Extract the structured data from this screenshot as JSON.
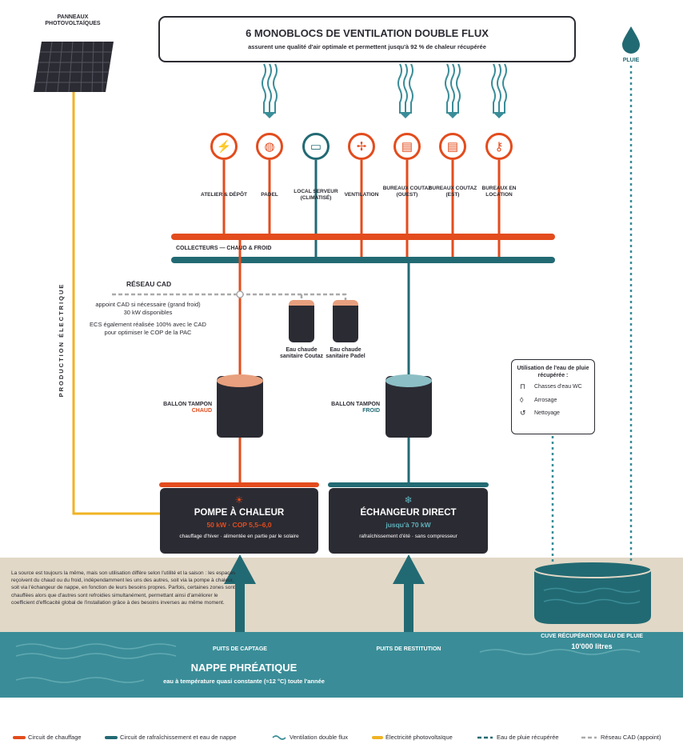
{
  "colors": {
    "hot": "#e34c1d",
    "cold": "#226a73",
    "solar": "#f0b323",
    "ground": "#e2d8c7",
    "water": "#3a8d98",
    "dark": "#2b2b33",
    "cad": "#aaaaaa"
  },
  "solar": {
    "label": "PANNEAUX PHOTOVOLTAÏQUES",
    "production": "PRODUCTION ÉLECTRIQUE"
  },
  "ventilation": {
    "title": "6 MONOBLOCS DE VENTILATION DOUBLE FLUX",
    "subtitle": "assurent une qualité d'air optimale et permettent jusqu'à 92 % de chaleur récupérée"
  },
  "rain": {
    "label": "PLUIE",
    "icon": "raindrop-icon"
  },
  "rooms": [
    {
      "label": "ATELIER & DÉPÔT",
      "icon": "plug-icon",
      "glyph": "⚡",
      "color": "hot"
    },
    {
      "label": "PADEL",
      "icon": "padel-racket-icon",
      "glyph": "◍",
      "color": "hot"
    },
    {
      "label": "LOCAL SERVEUR (CLIMATISÉ)",
      "icon": "monitor-icon",
      "glyph": "▭",
      "color": "cold"
    },
    {
      "label": "VENTILATION",
      "icon": "fan-icon",
      "glyph": "✢",
      "color": "hot"
    },
    {
      "label": "BUREAUX COUTAZ (OUEST)",
      "icon": "document-icon",
      "glyph": "▤",
      "color": "hot"
    },
    {
      "label": "BUREAUX COUTAZ (EST)",
      "icon": "document-icon",
      "glyph": "▤",
      "color": "hot"
    },
    {
      "label": "BUREAUX EN LOCATION",
      "icon": "key-icon",
      "glyph": "⚷",
      "color": "hot"
    }
  ],
  "collectors": {
    "label": "COLLECTEURS — CHAUD & FROID"
  },
  "cad": {
    "title": "RÉSEAU CAD",
    "line1": "appoint CAD si nécessaire (grand froid)",
    "line2": "30 kW disponibles",
    "line3": "ECS également réalisée 100% avec le CAD",
    "line4": "pour optimiser le COP de la PAC"
  },
  "ecs": [
    {
      "label": "Eau chaude sanitaire Coutaz"
    },
    {
      "label": "Eau chaude sanitaire Padel"
    }
  ],
  "buffers": {
    "hot": {
      "label": "BALLON TAMPON",
      "sub": "CHAUD"
    },
    "cold": {
      "label": "BALLON TAMPON",
      "sub": "FROID"
    }
  },
  "rainuse": {
    "title": "Utilisation de l'eau de pluie récupérée :",
    "items": [
      {
        "label": "Chasses d'eau WC",
        "icon": "toilet-icon",
        "glyph": "⊓"
      },
      {
        "label": "Arrosage",
        "icon": "droplet-icon",
        "glyph": "◊"
      },
      {
        "label": "Nettoyage",
        "icon": "cleaning-icon",
        "glyph": "↺"
      }
    ]
  },
  "heatpump": {
    "title": "POMPE À CHALEUR",
    "value": "50 kW · COP 5,5–6,0",
    "desc": "chauffage d'hiver · alimentée en partie par le solaire",
    "icon": "sun-icon",
    "glyph": "☀"
  },
  "exchanger": {
    "title": "ÉCHANGEUR DIRECT",
    "value": "jusqu'à 70 kW",
    "desc": "rafraîchissement d'été · sans compresseur",
    "icon": "snowflake-icon",
    "glyph": "❄"
  },
  "note": "La source est toujours la même, mais son utilisation diffère selon l'utilité et la saison : les espaces reçoivent du chaud ou du froid, indépendamment les uns des autres, soit via la pompe à chaleur, soit via l'échangeur de nappe, en fonction de leurs besoins propres. Parfois, certaines zones sont chauffées alors que d'autres sont refroidies simultanément, permettant ainsi d'améliorer le coefficient d'efficacité global de l'installation grâce à des besoins inverses au même moment.",
  "tank": {
    "title": "CUVE RÉCUPÉRATION EAU DE PLUIE",
    "capacity": "10'000 litres"
  },
  "wells": {
    "capture": "PUITS DE CAPTAGE",
    "restitution": "PUITS DE RESTITUTION"
  },
  "nappe": {
    "title": "NAPPE PHRÉATIQUE",
    "subtitle": "eau à température quasi constante (≈12 °C) toute l'année"
  },
  "legend": [
    {
      "label": "Circuit de chauffage",
      "type": "hot"
    },
    {
      "label": "Circuit de rafraîchissement et eau de nappe",
      "type": "cold"
    },
    {
      "label": "Ventilation double flux",
      "type": "wave"
    },
    {
      "label": "Électricité photovoltaïque",
      "type": "solar"
    },
    {
      "label": "Eau de pluie récupérée",
      "type": "rain"
    },
    {
      "label": "Réseau CAD (appoint)",
      "type": "cad"
    }
  ]
}
